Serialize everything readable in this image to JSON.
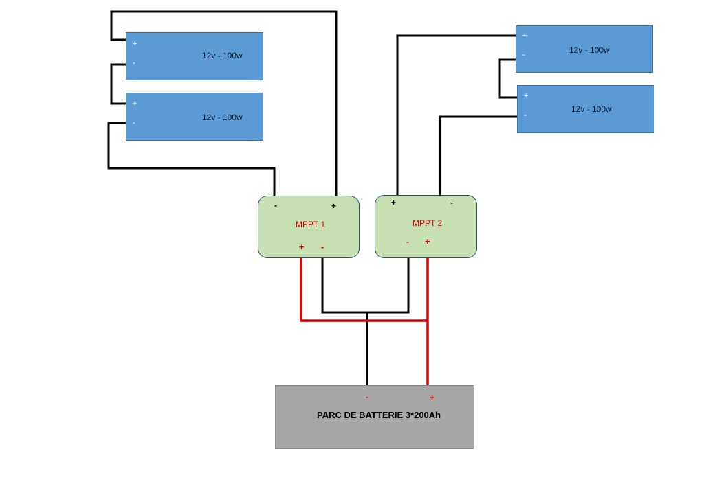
{
  "panels": [
    {
      "label": "12v - 100w",
      "plus": "+",
      "minus": "-"
    },
    {
      "label": "12v - 100w",
      "plus": "+",
      "minus": "-"
    },
    {
      "label": "12v - 100w",
      "plus": "+",
      "minus": "-"
    },
    {
      "label": "12v - 100w",
      "plus": "+",
      "minus": "-"
    }
  ],
  "mppt": [
    {
      "label": "MPPT 1",
      "in_plus": "+",
      "in_minus": "-",
      "out_plus": "+",
      "out_minus": "-"
    },
    {
      "label": "MPPT 2",
      "in_plus": "+",
      "in_minus": "-",
      "out_plus": "+",
      "out_minus": "-"
    }
  ],
  "battery": {
    "label": "PARC DE BATTERIE 3*200Ah",
    "plus": "+",
    "minus": "-"
  },
  "colors": {
    "panel_fill": "#5b9bd5",
    "controller_fill": "#c6e0b4",
    "battery_fill": "#a6a6a6",
    "wire_dc_negative": "#000000",
    "wire_dc_positive": "#e00000"
  }
}
